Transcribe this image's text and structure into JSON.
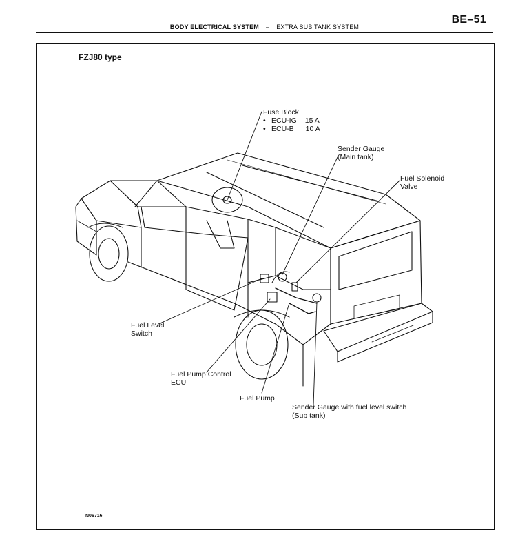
{
  "header": {
    "page_number": "BE–51",
    "section": "BODY ELECTRICAL SYSTEM",
    "separator": "–",
    "subsection": "EXTRA SUB TANK SYSTEM"
  },
  "diagram": {
    "type_label": "FZJ80 type",
    "figure_code": "N06716",
    "labels": {
      "fuse_block": {
        "title": "Fuse Block",
        "items": [
          {
            "bullet": "•",
            "name": "ECU-IG",
            "rating": "15 A"
          },
          {
            "bullet": "•",
            "name": "ECU-B",
            "rating": "10 A"
          }
        ]
      },
      "sender_gauge_main": {
        "line1": "Sender Gauge",
        "line2": "(Main tank)"
      },
      "fuel_solenoid_valve": {
        "line1": "Fuel Solenoid",
        "line2": "Valve"
      },
      "fuel_level_switch": {
        "line1": "Fuel Level",
        "line2": "Switch"
      },
      "fuel_pump_control_ecu": {
        "line1": "Fuel Pump Control",
        "line2": "ECU"
      },
      "fuel_pump": {
        "line1": "Fuel Pump"
      },
      "sender_gauge_sub": {
        "line1": "Sender Gauge with fuel level switch",
        "line2": "(Sub tank)"
      }
    }
  }
}
